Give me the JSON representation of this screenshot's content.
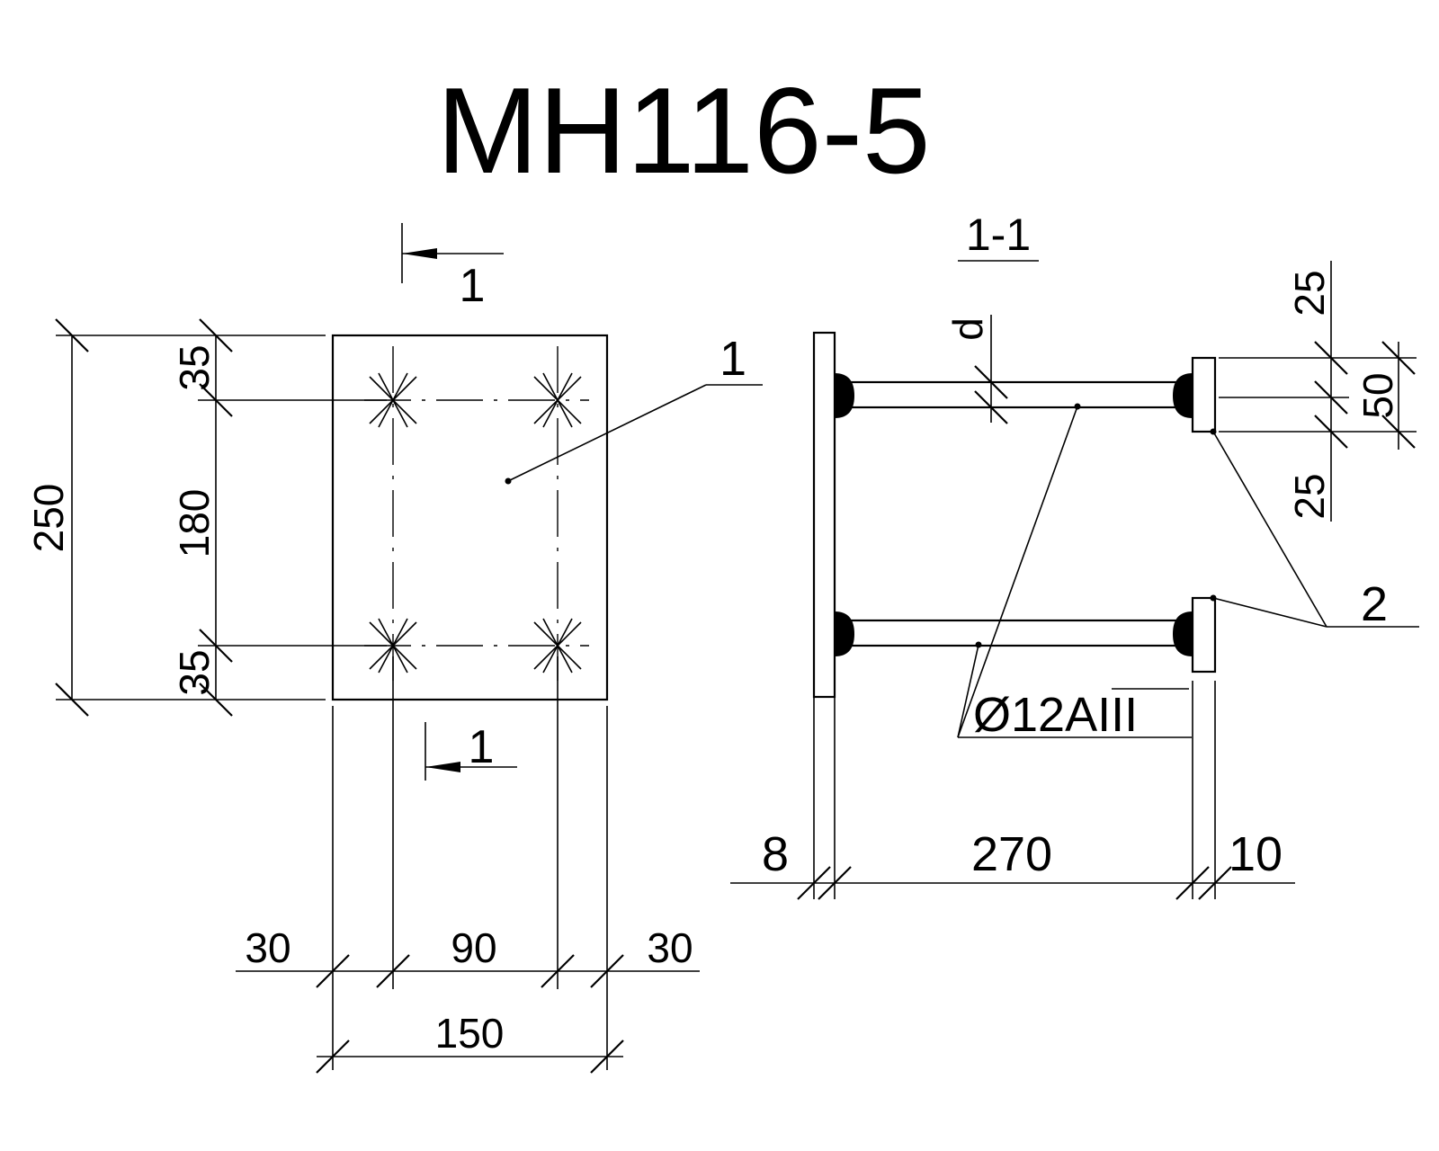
{
  "title": "МН116-5",
  "plan": {
    "section_mark_top": "1",
    "section_mark_bottom": "1",
    "position_1": "1",
    "dims": {
      "total_height": "250",
      "inner_height": "180",
      "top_edge": "35",
      "bottom_edge": "35",
      "left_edge": "30",
      "middle_width": "90",
      "right_edge": "30",
      "total_width": "150"
    }
  },
  "section": {
    "title": "1-1",
    "d_label": "d",
    "position_2": "2",
    "rebar_callout": {
      "diameter": "Ø12",
      "class_prefix": "A",
      "class_suffix": "III"
    },
    "dims": {
      "plate_thickness": "8",
      "rod_length": "270",
      "washer_thickness": "10",
      "washer_top": "25",
      "washer_height": "50",
      "washer_bottom": "25"
    }
  }
}
